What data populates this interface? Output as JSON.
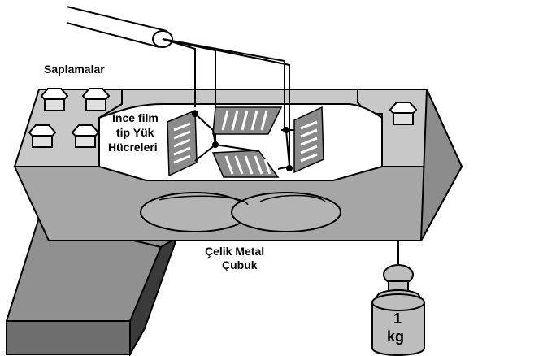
{
  "labels": {
    "studs": "Saplamalar",
    "film_line1": "İnce film",
    "film_line2": "tip Yük",
    "film_line3": "Hücreleri",
    "bar_line1": "Çelik Metal",
    "bar_line2": "Çubuk",
    "weight_line1": "1",
    "weight_line2": "kg"
  },
  "colors": {
    "bar_front": "#a6a6a6",
    "bar_top": "#c8c8c8",
    "bar_side": "#8c8c8c",
    "base_top": "#909090",
    "base_front": "#6e6e6e",
    "base_side": "#3a3a3a",
    "gauge": "#8a8a8a",
    "weight": "#bdbdbd",
    "outline": "#000000"
  },
  "icons": [
    "hex-bolt-icon",
    "cable-icon",
    "strain-gauge-icon",
    "weight-icon"
  ]
}
